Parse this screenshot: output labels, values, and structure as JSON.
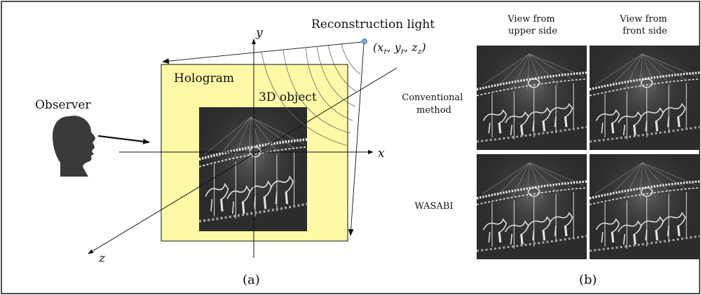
{
  "panel_a": {
    "observer_label": "Observer",
    "hologram_label": "Hologram",
    "object_label": "3D object",
    "light_label": "Reconstruction light",
    "light_coords": "(x_r, y_r, z_z)",
    "axis_x": "x",
    "axis_y": "y",
    "axis_z": "z",
    "caption": "(a)",
    "colors": {
      "hologram": "#fdf9a6",
      "object": "#2b2b2b",
      "light": "#7fa8d8"
    }
  },
  "panel_b": {
    "col_headers": [
      "View from\nupper side",
      "View from\nfront side"
    ],
    "col_header_lines": [
      [
        "View from",
        "upper side"
      ],
      [
        "View from",
        "front side"
      ]
    ],
    "row_labels": [
      [
        "Conventional",
        "method"
      ],
      [
        "WASABI"
      ]
    ],
    "caption": "(b)"
  }
}
